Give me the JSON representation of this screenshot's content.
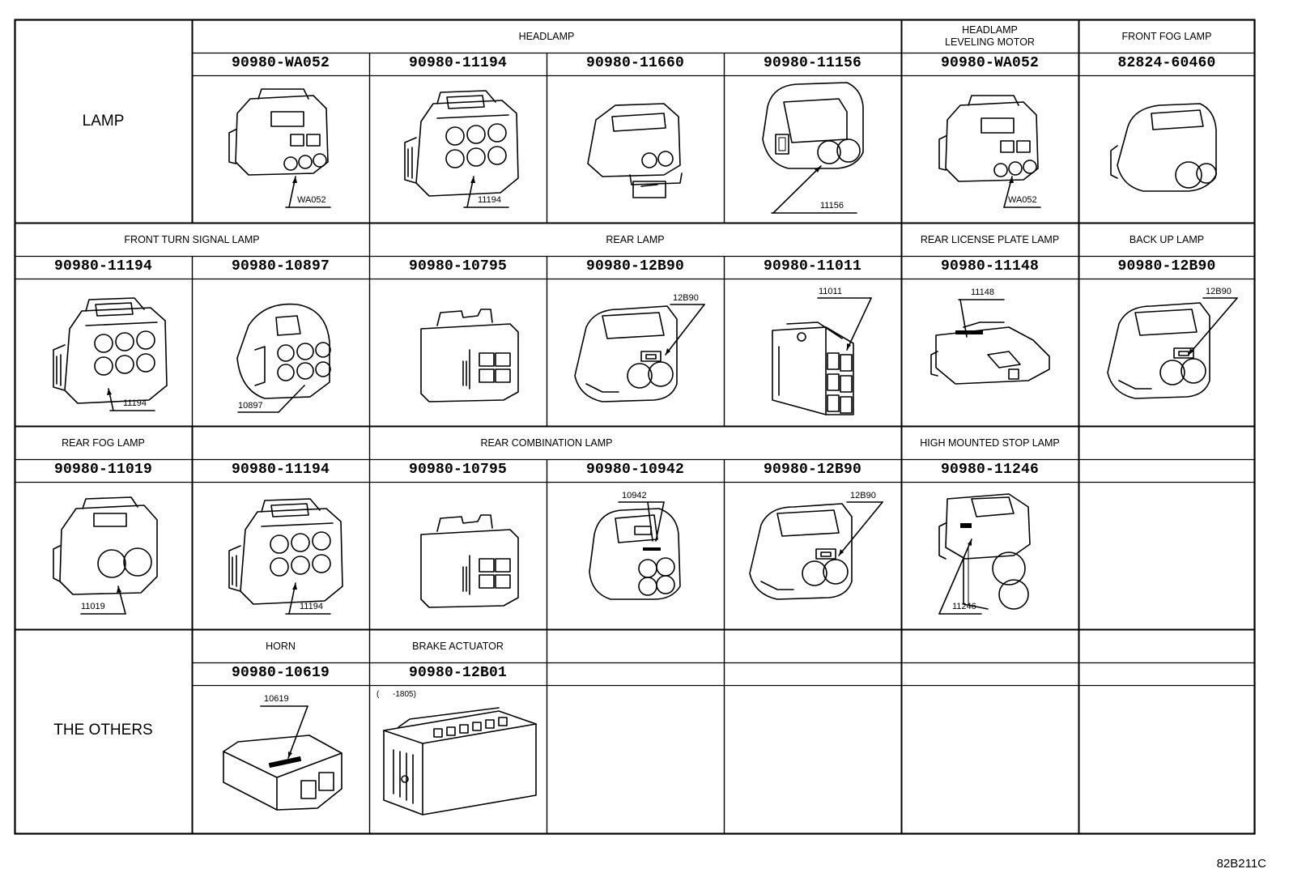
{
  "diagram_ref": "82B211C",
  "categories": {
    "lamp": "LAMP",
    "others": "THE OTHERS"
  },
  "sections": {
    "headlamp": "HEADLAMP",
    "headlamp_leveling_motor": "HEADLAMP\nLEVELING MOTOR",
    "front_fog_lamp": "FRONT FOG LAMP",
    "front_turn_signal_lamp": "FRONT TURN SIGNAL LAMP",
    "rear_lamp": "REAR LAMP",
    "rear_license_plate_lamp": "REAR LICENSE PLATE LAMP",
    "back_up_lamp": "BACK UP LAMP",
    "rear_fog_lamp": "REAR FOG LAMP",
    "rear_combination_lamp": "REAR COMBINATION LAMP",
    "high_mounted_stop_lamp": "HIGH MOUNTED STOP LAMP",
    "horn": "HORN",
    "brake_actuator": "BRAKE ACTUATOR"
  },
  "part_numbers": {
    "r1": [
      "90980-WA052",
      "90980-11194",
      "90980-11660",
      "90980-11156",
      "90980-WA052",
      "82824-60460"
    ],
    "r2": [
      "90980-11194",
      "90980-10897",
      "90980-10795",
      "90980-12B90",
      "90980-11011",
      "90980-11148",
      "90980-12B90"
    ],
    "r3": [
      "90980-11019",
      "90980-11194",
      "90980-10795",
      "90980-10942",
      "90980-12B90",
      "90980-11246"
    ],
    "r4": [
      "90980-10619",
      "90980-12B01"
    ]
  },
  "captions": {
    "r1": [
      "WA052",
      "11194",
      "11156",
      "WA052"
    ],
    "r2": [
      "11194",
      "10897",
      "12B90",
      "11011",
      "11148",
      "12B90"
    ],
    "r3": [
      "11019",
      "11194",
      "10942",
      "12B90",
      "11246"
    ],
    "r4": [
      "10619"
    ]
  },
  "notes": {
    "brake_actuator_range": "(      -1805)"
  }
}
